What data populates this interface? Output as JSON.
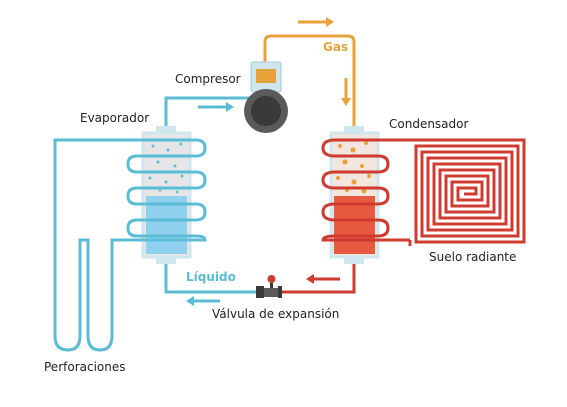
{
  "labels": {
    "compresor": "Compresor",
    "evaporador": "Evaporador",
    "condensador": "Condensador",
    "suelo_radiante": "Suelo radiante",
    "valvula": "Válvula de expansión",
    "perforaciones": "Perforaciones",
    "gas": "Gas",
    "liquido": "Líquido"
  },
  "colors": {
    "cold": "#5bbcd6",
    "hot": "#d13b2f",
    "gas": "#e8a23a",
    "liquid_fill": "#8fd0ef",
    "hot_fill": "#e85a3f",
    "glass": "#e6e6e6",
    "cap": "#cfe6ee",
    "dark": "#3a3a3a"
  }
}
